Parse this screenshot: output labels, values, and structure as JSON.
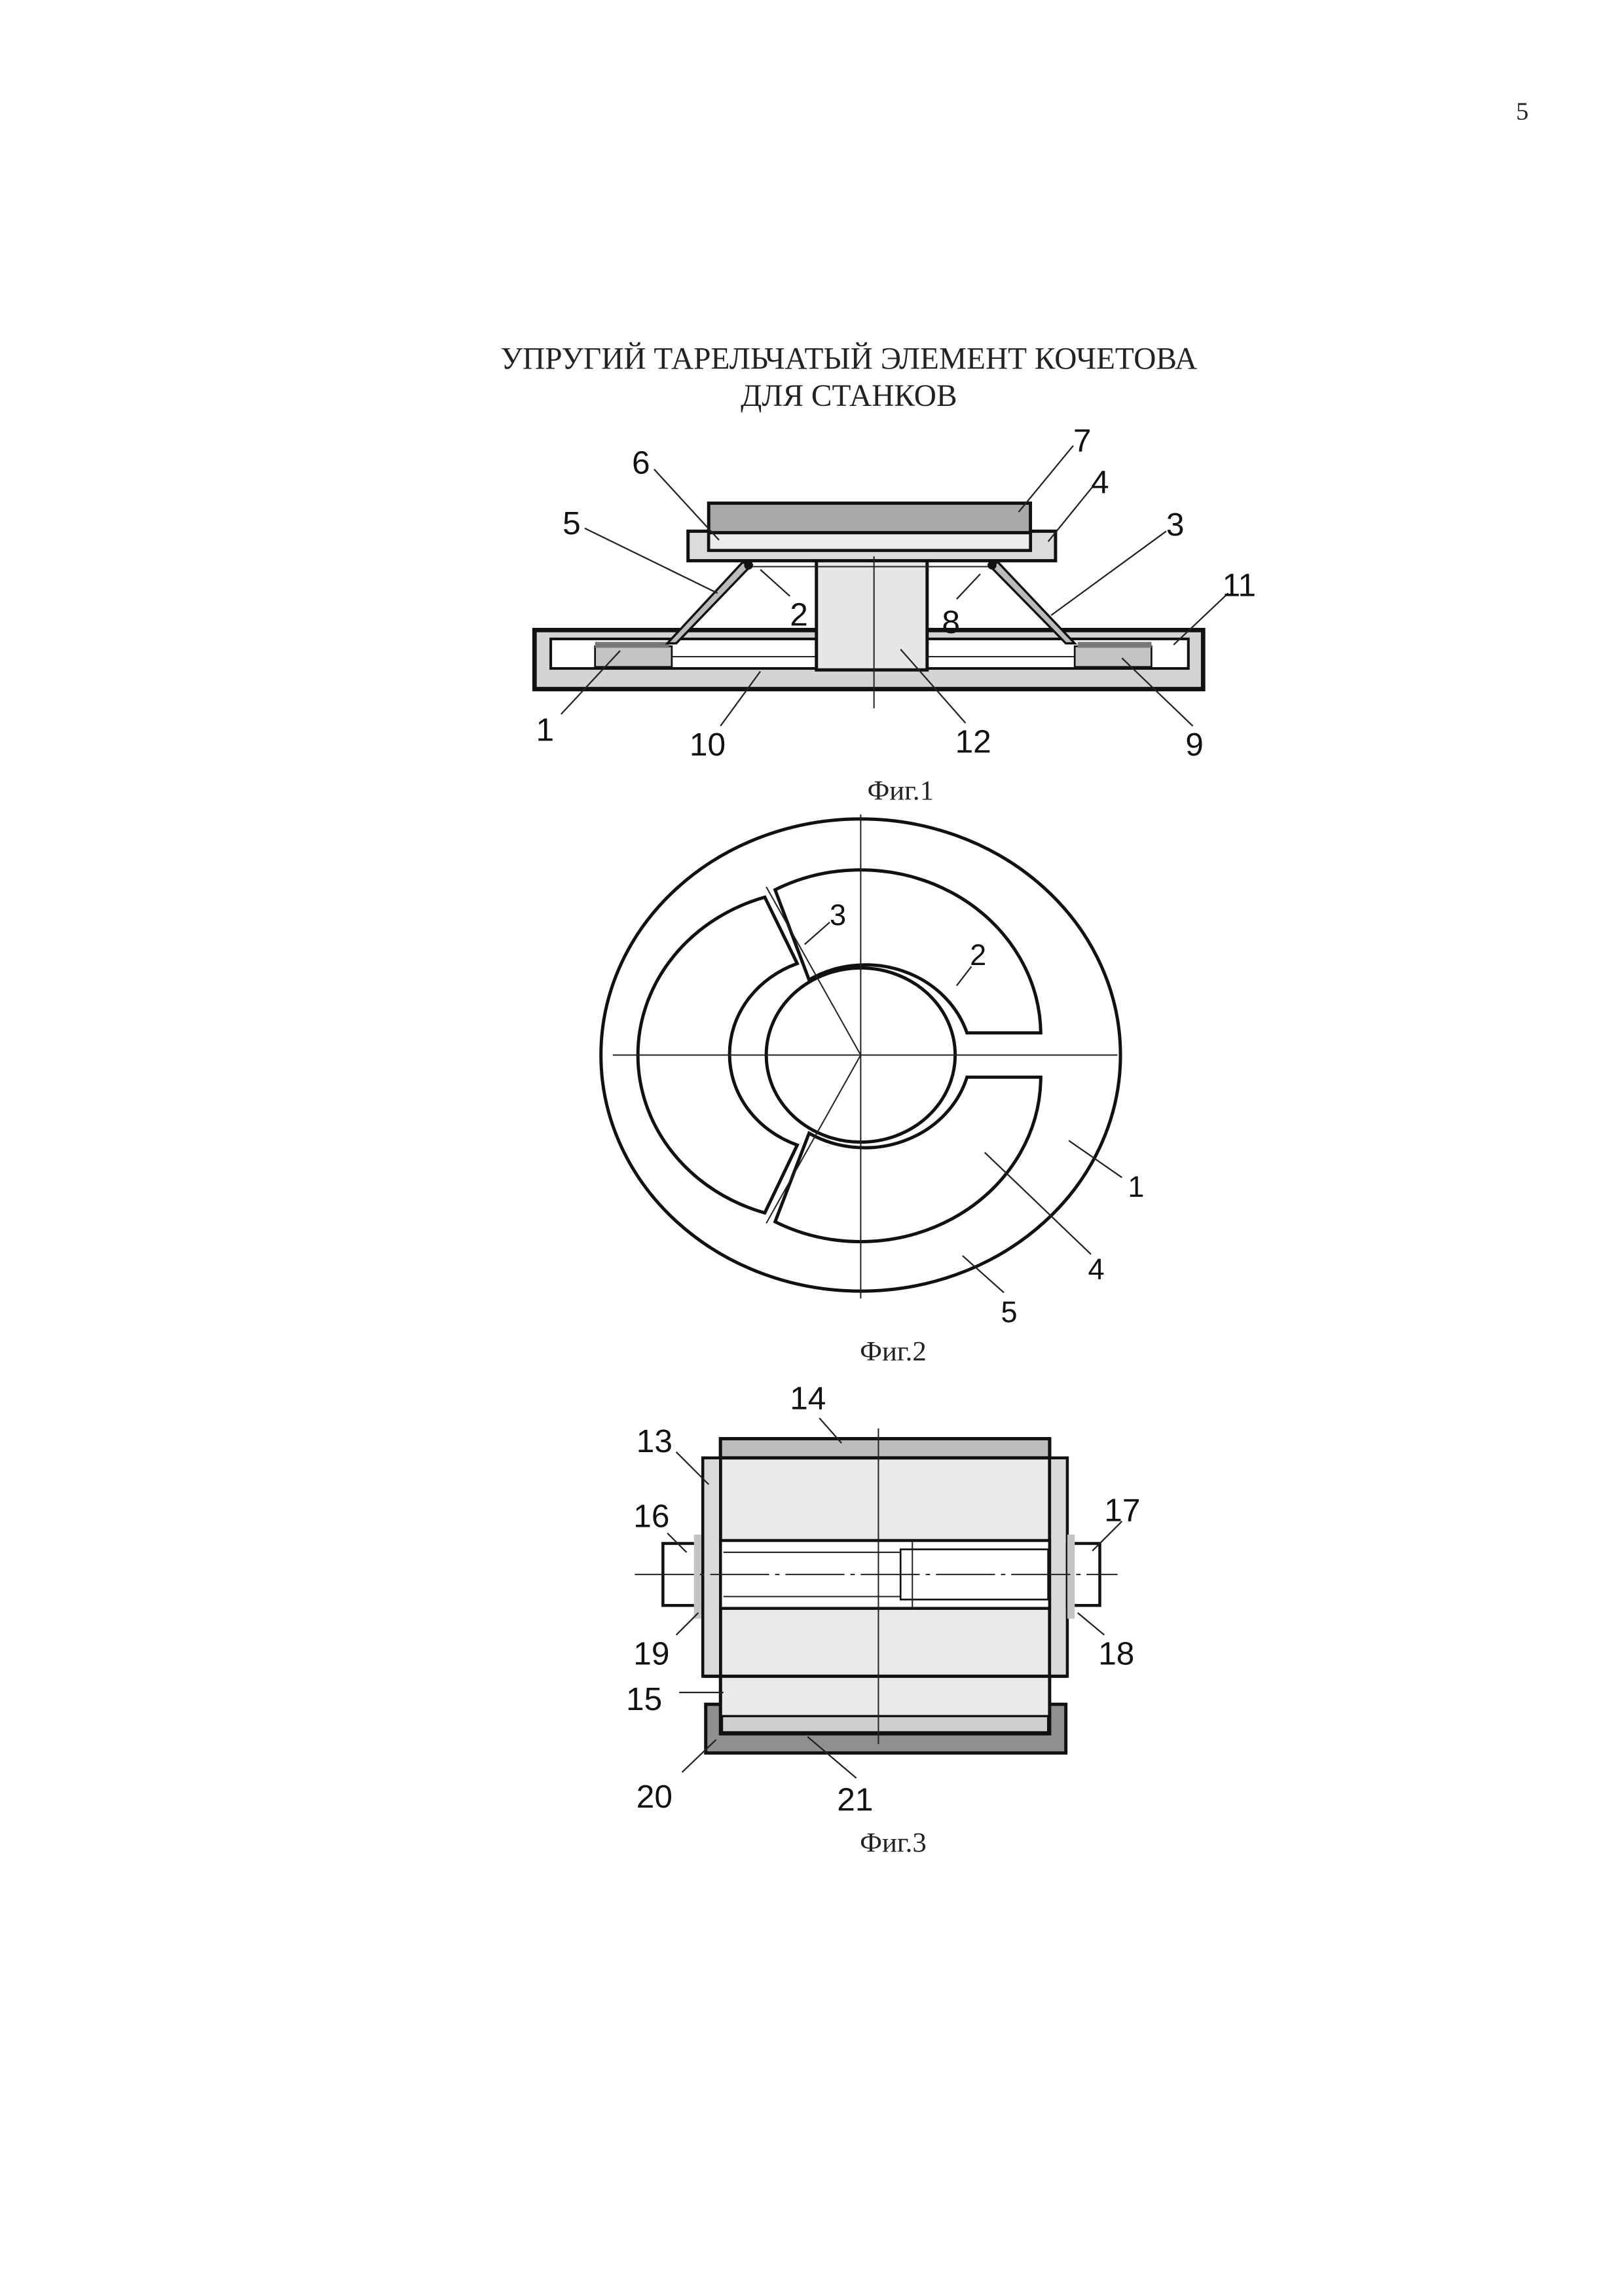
{
  "page_number": "5",
  "title": {
    "line1": "УПРУГИЙ  ТАРЕЛЬЧАТЫЙ  ЭЛЕМЕНТ КОЧЕТОВА",
    "line2": "ДЛЯ СТАНКОВ"
  },
  "figures": {
    "fig1": {
      "caption": "Фиг.1",
      "labels": [
        "7",
        "6",
        "4",
        "5",
        "3",
        "11",
        "2",
        "8",
        "1",
        "10",
        "12",
        "9"
      ]
    },
    "fig2": {
      "caption": "Фиг.2",
      "labels": [
        "3",
        "2",
        "1",
        "4",
        "5"
      ]
    },
    "fig3": {
      "caption": "Фиг.3",
      "labels": [
        "14",
        "13",
        "16",
        "17",
        "19",
        "18",
        "15",
        "20",
        "21"
      ]
    }
  },
  "colors": {
    "light_gray": "#d6d6d6",
    "mid_gray": "#b8b8b8",
    "dark_gray": "#8f8f8f"
  }
}
